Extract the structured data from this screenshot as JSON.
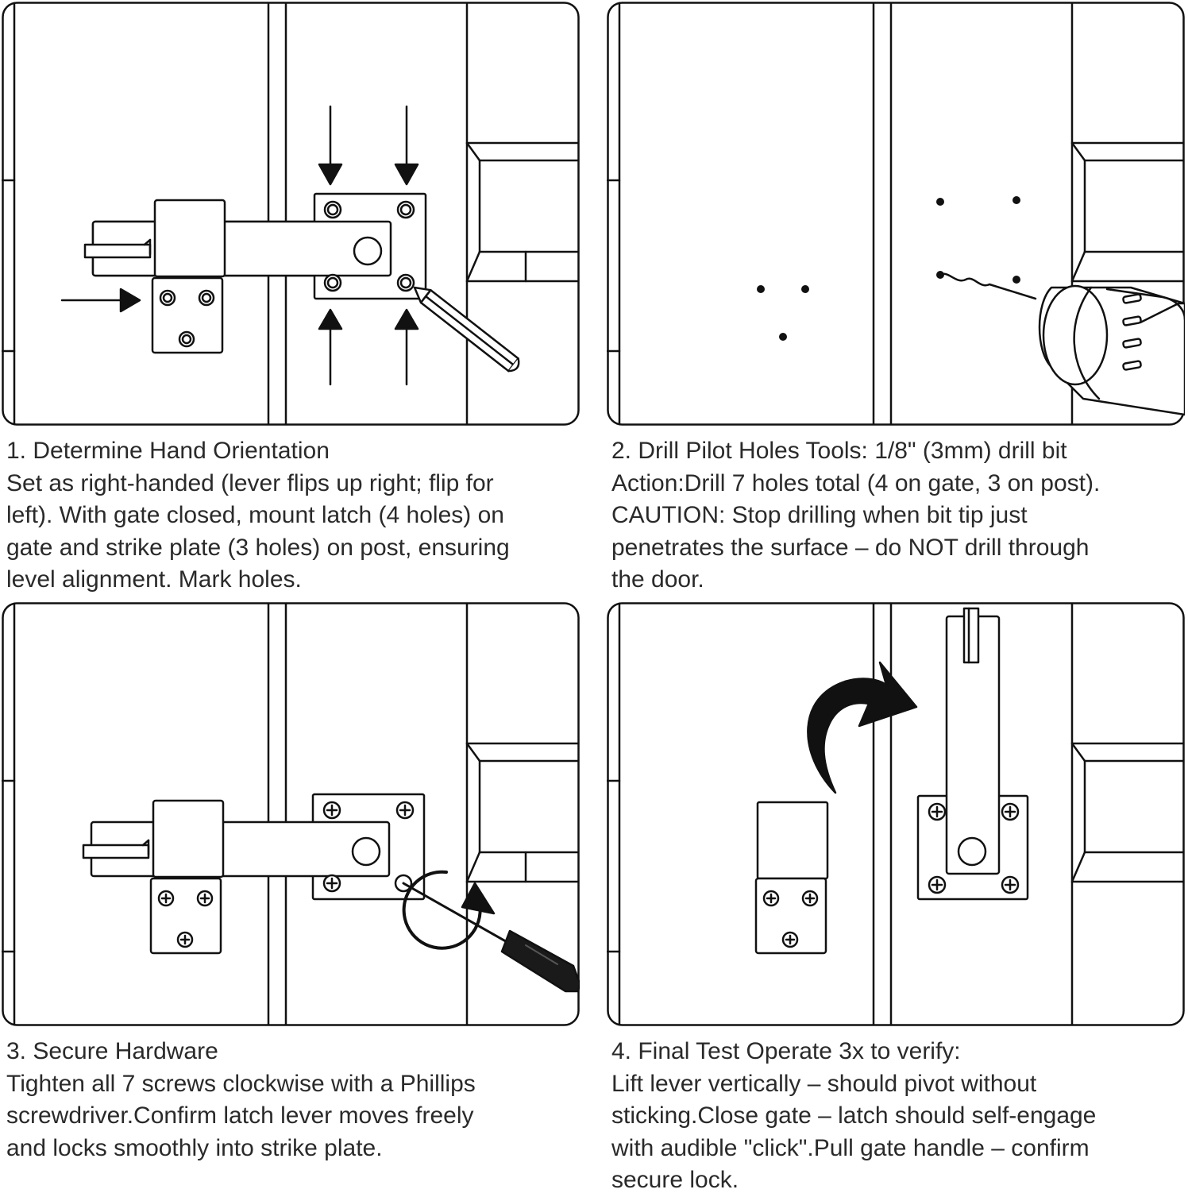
{
  "steps": [
    {
      "title": "1. Determine Hand Orientation",
      "lines": [
        "Set as right-handed (lever flips up right; flip for",
        "left). With gate closed, mount latch (4 holes) on",
        "gate and strike plate (3 holes) on post, ensuring",
        "level alignment. Mark holes."
      ],
      "illustration_icon": "latch-marking-pencil-icon"
    },
    {
      "title": "2. Drill Pilot Holes Tools: 1/8\" (3mm) drill bit",
      "lines": [
        "Action:Drill 7 holes total (4 on gate, 3 on post).",
        "CAUTION: Stop drilling when bit tip just",
        "penetrates the surface – do NOT drill through",
        "the door."
      ],
      "illustration_icon": "power-drill-icon"
    },
    {
      "title": "3. Secure Hardware",
      "lines": [
        "Tighten all 7 screws clockwise with a Phillips",
        "screwdriver.Confirm latch lever moves freely",
        "and locks smoothly into strike plate."
      ],
      "illustration_icon": "screwdriver-icon"
    },
    {
      "title": "4. Final Test Operate 3x to verify:",
      "lines": [
        "Lift lever vertically – should pivot without",
        "sticking.Close gate – latch should self-engage",
        "with audible \"click\".Pull gate handle – confirm",
        "secure lock."
      ],
      "illustration_icon": "lever-flip-arrow-icon"
    }
  ]
}
